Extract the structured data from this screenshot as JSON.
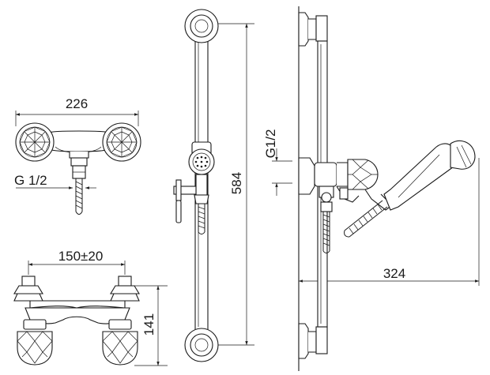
{
  "dimensions": {
    "width_top": "226",
    "thread_left": "G 1/2",
    "spacing_bottom": "150±20",
    "height_bottom": "141",
    "rail_length": "584",
    "thread_side": "G1/2",
    "depth_side": "324"
  },
  "colors": {
    "line": "#1a1a1a",
    "background": "#ffffff"
  }
}
